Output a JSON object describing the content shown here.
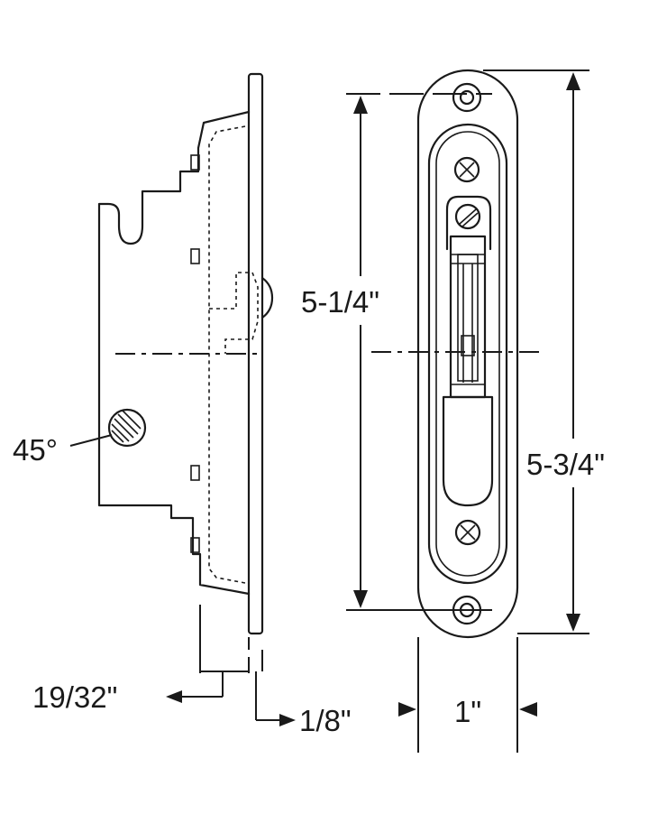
{
  "dimensions": {
    "angle": "45°",
    "inner_length": "5-1/4\"",
    "overall_length": "5-3/4\"",
    "width": "1\"",
    "depth": "19/32\"",
    "faceplate_thickness": "1/8\""
  },
  "colors": {
    "line": "#1a1a1a",
    "background": "#ffffff"
  }
}
